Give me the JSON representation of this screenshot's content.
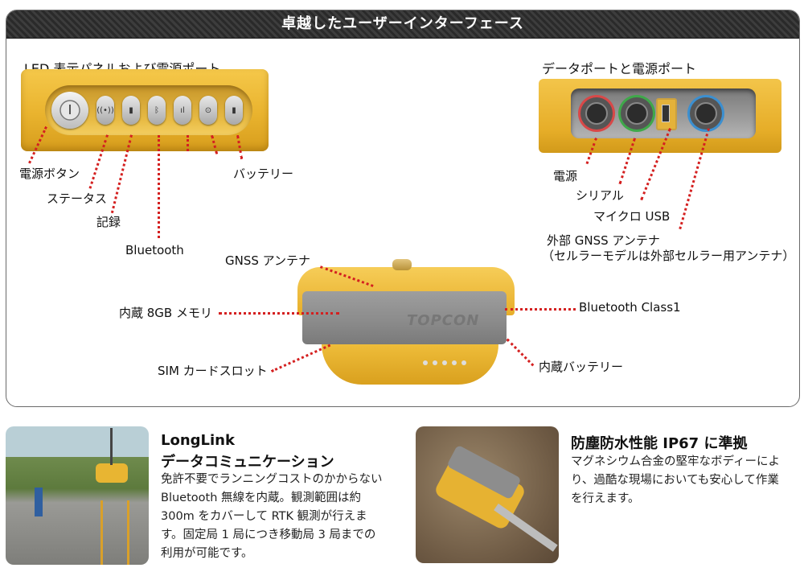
{
  "banner": {
    "title": "卓越したユーザーインターフェース"
  },
  "led_section": {
    "title": "LED 表示パネルおよび電源ポート",
    "labels": {
      "power_button": "電源ボタン",
      "status": "ステータス",
      "record": "記録",
      "bluetooth": "Bluetooth",
      "battery": "バッテリー"
    }
  },
  "port_section": {
    "title": "データポートと電源ポート",
    "labels": {
      "power": "電源",
      "serial": "シリアル",
      "micro_usb": "マイクロ USB",
      "ext_gnss": "外部 GNSS アンテナ",
      "ext_gnss_note": "（セルラーモデルは外部セルラー用アンテナ）"
    }
  },
  "receiver": {
    "brand": "TOPCON",
    "labels": {
      "gnss_antenna": "GNSS アンテナ",
      "memory": "内蔵 8GB メモリ",
      "sim_slot": "SIM カードスロット",
      "bt_class": "Bluetooth Class1",
      "internal_battery": "内蔵バッテリー"
    }
  },
  "features": [
    {
      "title_line1": "LongLink",
      "title_line2": "データコミュニケーション",
      "body_lines": [
        "免許不要でランニングコストのかからない",
        "Bluetooth 無線を内蔵。観測範囲は約",
        "300m をカバーして RTK 観測が行えま",
        "す。固定局 1 局につき移動局 3 局までの",
        "利用が可能です。"
      ]
    },
    {
      "title": "防塵防水性能 IP67 に準拠",
      "body_lines": [
        "マグネシウム合金の堅牢なボディーによ",
        "り、過酷な現場においても安心して作業",
        "を行えます。"
      ]
    }
  ],
  "colors": {
    "accent_red": "#d42020",
    "yellow": "#e9b32e",
    "banner_dark": "#2f2f2f"
  },
  "icons": [
    "power-icon",
    "status-icon",
    "record-icon",
    "bluetooth-icon",
    "signal-icon",
    "radio-icon",
    "battery-icon"
  ]
}
